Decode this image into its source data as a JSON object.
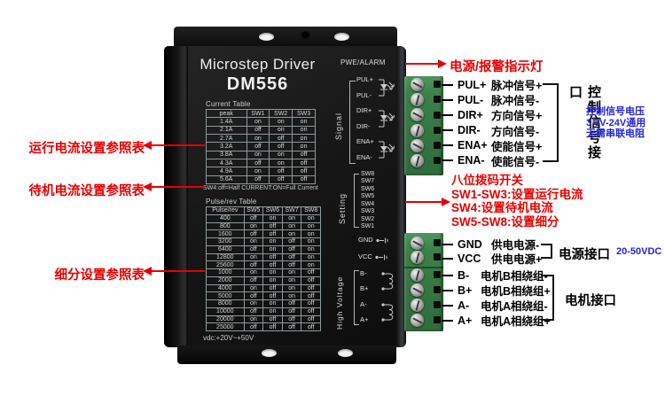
{
  "device": {
    "title": "Microstep Driver",
    "model": "DM556",
    "current_table": {
      "caption": "Current Table",
      "headers": [
        "peak",
        "SW1",
        "SW2",
        "SW3"
      ],
      "rows": [
        [
          "1.4A",
          "on",
          "on",
          "on"
        ],
        [
          "2.1A",
          "off",
          "on",
          "on"
        ],
        [
          "2.7A",
          "on",
          "off",
          "on"
        ],
        [
          "3.2A",
          "off",
          "off",
          "on"
        ],
        [
          "3.8A",
          "on",
          "on",
          "off"
        ],
        [
          "4.3A",
          "off",
          "on",
          "off"
        ],
        [
          "4.9A",
          "on",
          "off",
          "off"
        ],
        [
          "5.6A",
          "off",
          "off",
          "off"
        ]
      ]
    },
    "current_note": "SW4:off=Half CURRENT:ON=Full Current",
    "pulse_table": {
      "caption": "Pulse/rev Table",
      "headers": [
        "Pulse/rev",
        "SW5",
        "SW6",
        "SW7",
        "SW8"
      ],
      "rows": [
        [
          "400",
          "off",
          "on",
          "on",
          "on"
        ],
        [
          "800",
          "on",
          "off",
          "on",
          "on"
        ],
        [
          "1600",
          "off",
          "off",
          "on",
          "on"
        ],
        [
          "3200",
          "on",
          "on",
          "off",
          "on"
        ],
        [
          "6400",
          "off",
          "on",
          "off",
          "on"
        ],
        [
          "12800",
          "on",
          "off",
          "off",
          "on"
        ],
        [
          "25600",
          "off",
          "off",
          "off",
          "on"
        ],
        [
          "1000",
          "on",
          "on",
          "on",
          "off"
        ],
        [
          "2000",
          "off",
          "on",
          "on",
          "off"
        ],
        [
          "4000",
          "on",
          "off",
          "on",
          "off"
        ],
        [
          "5000",
          "off",
          "off",
          "on",
          "off"
        ],
        [
          "8000",
          "on",
          "on",
          "off",
          "off"
        ],
        [
          "10000",
          "off",
          "on",
          "off",
          "off"
        ],
        [
          "20000",
          "on",
          "off",
          "off",
          "off"
        ],
        [
          "25000",
          "off",
          "off",
          "off",
          "off"
        ]
      ]
    },
    "voltage_note": "vdc:+20V~+50V",
    "panel": {
      "pwe_alarm": "PWE/ALARM",
      "signal_label": "Signal",
      "signal_pins": [
        "PUL+",
        "PUL-",
        "DIR+",
        "DIR-",
        "ENA+",
        "ENA-"
      ],
      "setting_label": "Setting",
      "switches": [
        "SW8",
        "SW7",
        "SW6",
        "SW5",
        "SW4",
        "SW3",
        "SW2",
        "SW1"
      ],
      "hv_label": "High Voltage",
      "power_pins": [
        "GND",
        "VCC"
      ],
      "motor_pins": [
        "B-",
        "B+",
        "A-",
        "A+"
      ]
    }
  },
  "terminals": {
    "signal": [
      {
        "pin": "PUL+",
        "desc": "脉冲信号+"
      },
      {
        "pin": "PUL-",
        "desc": "脉冲信号-"
      },
      {
        "pin": "DIR+",
        "desc": "方向信号+"
      },
      {
        "pin": "DIR-",
        "desc": "方向信号-"
      },
      {
        "pin": "ENA+",
        "desc": "使能信号+"
      },
      {
        "pin": "ENA-",
        "desc": "使能信号-"
      }
    ],
    "signal_group": "控制信号接口",
    "power": [
      {
        "pin": "GND",
        "desc": "供电电源-"
      },
      {
        "pin": "VCC",
        "desc": "供电电源+"
      }
    ],
    "power_group": "电源接口",
    "power_voltage": "20-50VDC",
    "motor": [
      {
        "pin": "B-",
        "desc": "电机B相绕组-"
      },
      {
        "pin": "B+",
        "desc": "电机B相绕组+"
      },
      {
        "pin": "A-",
        "desc": "电机A相绕组-"
      },
      {
        "pin": "A+",
        "desc": "电机A相绕组+"
      }
    ],
    "motor_group": "电机接口"
  },
  "annotations": {
    "power_alarm": "电源/报警指示灯",
    "dip_lines": [
      "八位拨码开关",
      "SW1-SW3:设置运行电流",
      "SW4:设置待机电流",
      "SW5-SW8:设置细分"
    ],
    "left": [
      "运行电流设置参照表",
      "待机电流设置参照表",
      "细分设置参照表"
    ],
    "blue_signal": [
      "控制信号电压",
      "3.3V-24V通用",
      "无需串联电阻"
    ],
    "colors": {
      "red": "#e60000",
      "blue": "#2323dd",
      "terminal_green": "#3b8049",
      "chassis": "#171717"
    }
  }
}
